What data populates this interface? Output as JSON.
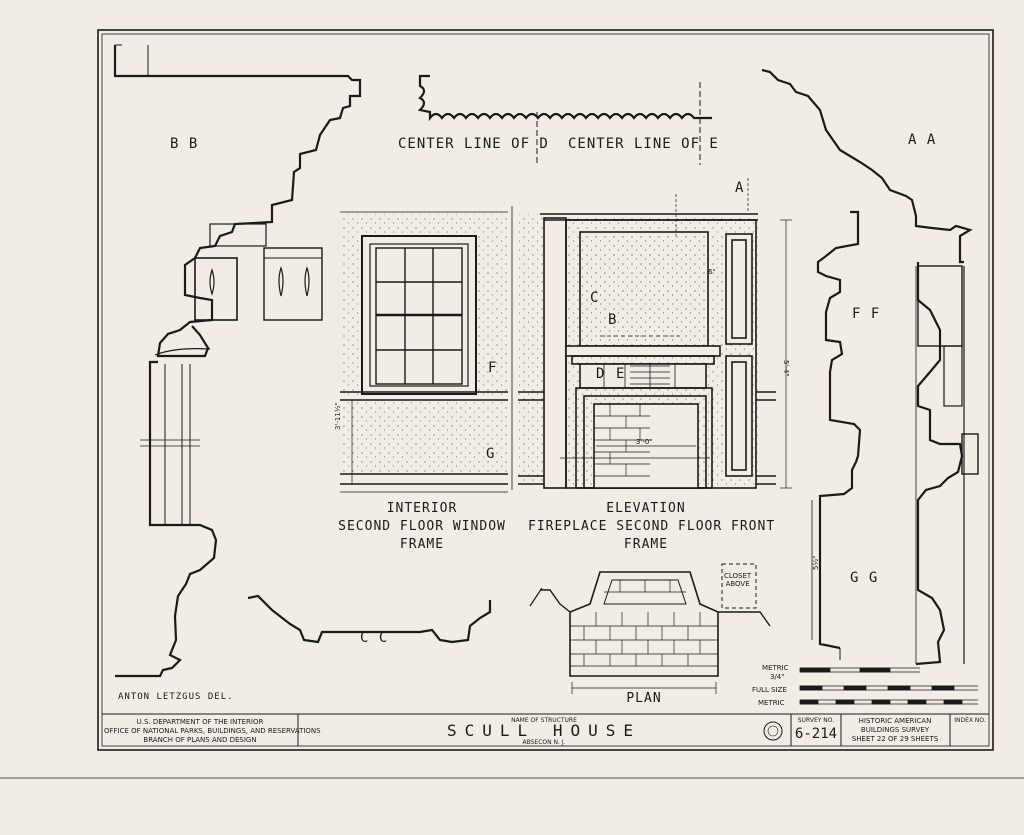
{
  "labels": {
    "bb": "B  B",
    "aa": "A  A",
    "cc": "C  C",
    "ff": "F  F",
    "gg": "G G",
    "center_d": "CENTER LINE OF D",
    "center_e": "CENTER LINE OF E",
    "a": "A",
    "b": "B",
    "c": "C",
    "d": "D",
    "e": "E",
    "f": "F",
    "g": "G",
    "closet": "CLOSET\nABOVE"
  },
  "captions": {
    "window": "INTERIOR\nSECOND FLOOR WINDOW\nFRAME",
    "fireplace": "ELEVATION\nFIREPLACE SECOND FLOOR FRONT\nFRAME",
    "plan": "PLAN"
  },
  "credit": "ANTON   LETZGUS  DEL.",
  "scale": {
    "metric_top": "METRIC",
    "full_size": "FULL SIZE",
    "metric_bottom": "METRIC",
    "fraction": "3/4\""
  },
  "title_block": {
    "agency": "U.S. DEPARTMENT OF THE INTERIOR\nOFFICE OF NATIONAL PARKS, BUILDINGS, AND RESERVATIONS\nBRANCH OF PLANS AND DESIGN",
    "name_label": "NAME OF STRUCTURE",
    "name": "SCULL  HOUSE",
    "location": "ABSECON     N. J.",
    "survey_label": "SURVEY NO.",
    "survey_no": "6-214",
    "habs": "HISTORIC AMERICAN\nBUILDINGS SURVEY\nSHEET 22 OF 29 SHEETS",
    "index_label": "INDEX NO."
  },
  "dimensions": {
    "d1": "6\"",
    "d2": "3'-11½\"",
    "d3": "5'-4\"",
    "d4": "3'-0\"",
    "d5": "5½\""
  }
}
